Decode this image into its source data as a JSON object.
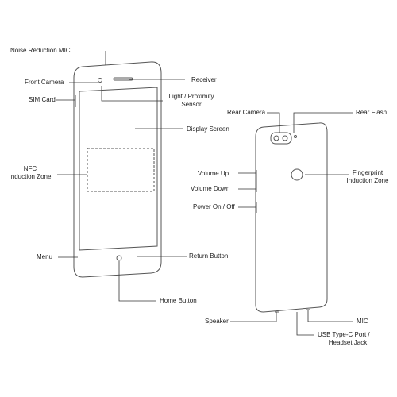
{
  "labels": {
    "noise_reduction_mic": "Noise Reduction MIC",
    "front_camera": "Front Camera",
    "receiver": "Receiver",
    "light_proximity_sensor_line1": "Light / Proximity",
    "light_proximity_sensor_line2": "Sensor",
    "sim_card": "SIM Card",
    "display_screen": "Display Screen",
    "nfc_line1": "NFC",
    "nfc_line2": "Induction Zone",
    "menu": "Menu",
    "return_button": "Return Button",
    "home_button": "Home Button",
    "rear_camera": "Rear Camera",
    "rear_flash": "Rear Flash",
    "fingerprint_line1": "Fingerprint",
    "fingerprint_line2": "Induction Zone",
    "volume_up": "Volume Up",
    "volume_down": "Volume Down",
    "power": "Power On / Off",
    "speaker": "Speaker",
    "mic": "MIC",
    "usb_line1": "USB Type-C Port /",
    "usb_line2": "Headset Jack"
  },
  "colors": {
    "outline": "#555555",
    "leader": "#333333",
    "text": "#222222"
  }
}
